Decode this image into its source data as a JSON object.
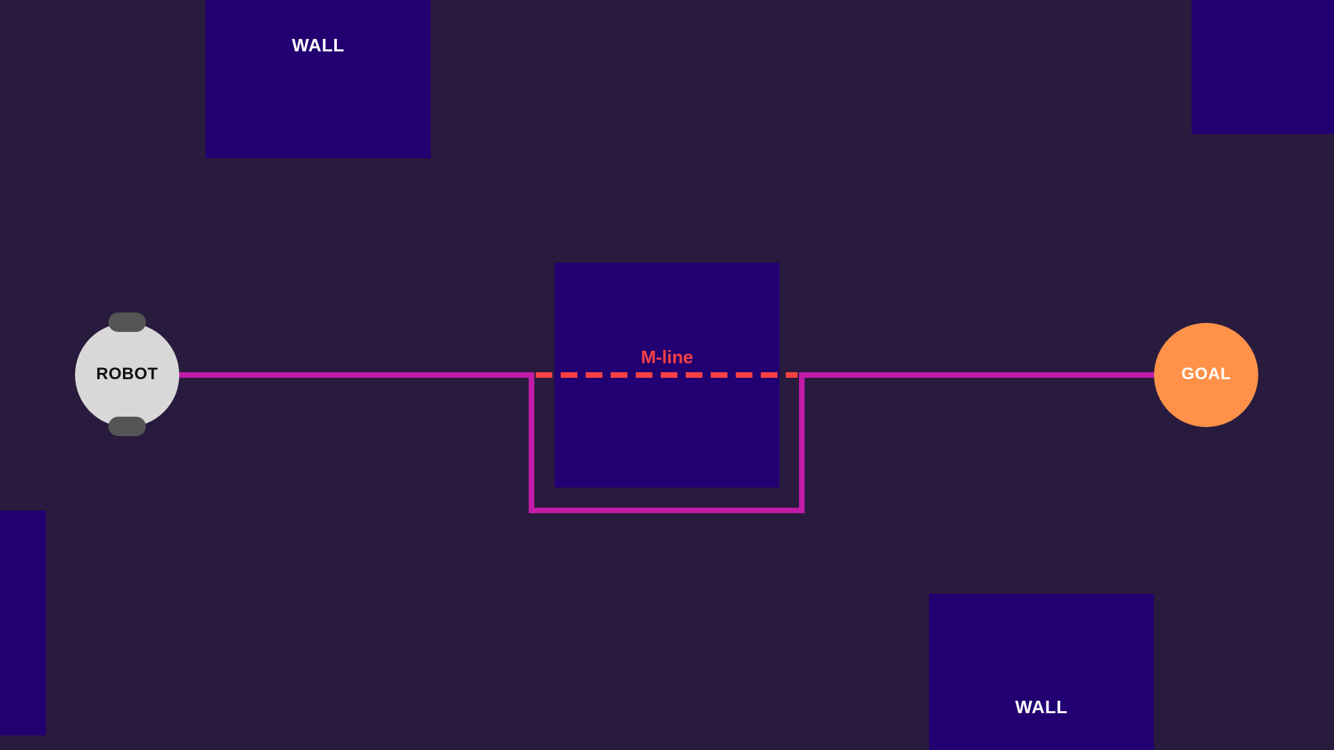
{
  "walls": {
    "top_left_label": "WALL",
    "bottom_right_label": "WALL"
  },
  "robot": {
    "label": "ROBOT"
  },
  "goal": {
    "label": "GOAL"
  },
  "mline": {
    "label": "M-line"
  },
  "colors": {
    "background": "#291b3d",
    "wall": "#230071",
    "path": "#c11ba8",
    "mline": "#f94144",
    "robot": "#d8d8d8",
    "goal": "#ff9248"
  }
}
